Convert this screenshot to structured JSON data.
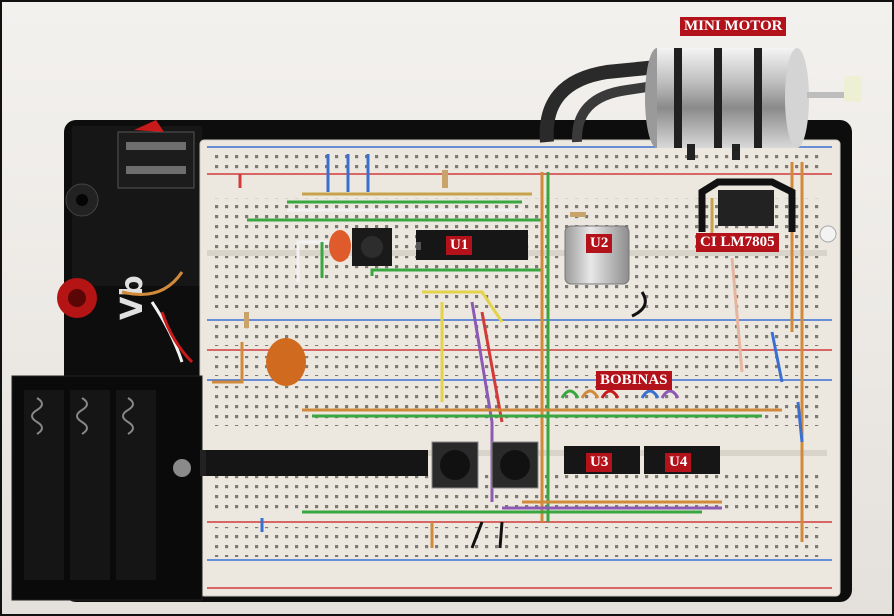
{
  "labels": {
    "mini_motor": "MINI MOTOR",
    "u1": "U1",
    "u2": "U2",
    "ci": "CI LM7805",
    "bobinas": "BOBINAS",
    "u3": "U3",
    "u4": "U4"
  },
  "colors": {
    "board": "#0c0c0c",
    "breadboard": "#ede9e1",
    "label_bg": "#b3121b",
    "label_text": "#ffffff",
    "rail_red": "#d23a3a",
    "rail_blue": "#3a6fd2"
  },
  "objects": [
    "mini-motor",
    "battery-holder",
    "power-switch",
    "red-terminal-post",
    "black-terminal-post",
    "breadboard",
    "ic-u1",
    "can-u2",
    "voltage-regulator",
    "ic-u3",
    "ic-u4",
    "push-button-left",
    "push-button-right",
    "inductor-coils",
    "orange-capacitor",
    "electrolytic-capacitor",
    "led"
  ]
}
